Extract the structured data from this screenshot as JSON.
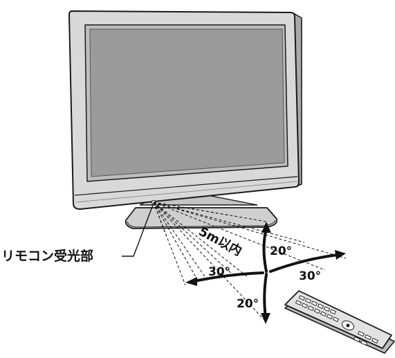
{
  "labels": {
    "sensor": "リモコン受光部",
    "distance": "5m以内",
    "angle_up": "20°",
    "angle_down": "20°",
    "angle_left": "30°",
    "angle_right": "30°"
  },
  "colors": {
    "tv_body": "#d7d7d7",
    "tv_outline": "#1a1a1a",
    "screen": "#9b9b9b",
    "remote_body": "#e2e2e2",
    "line": "#111111"
  }
}
